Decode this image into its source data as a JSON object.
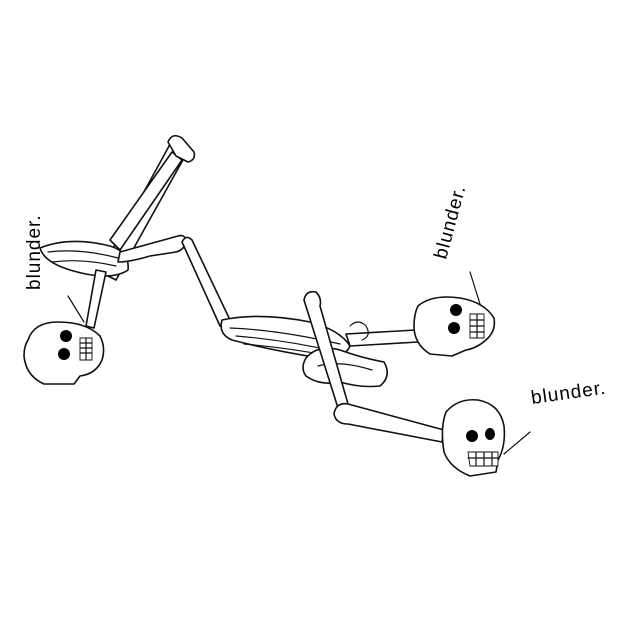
{
  "illustration": {
    "captions": [
      "blunder.",
      "blunder.",
      "blunder."
    ]
  }
}
